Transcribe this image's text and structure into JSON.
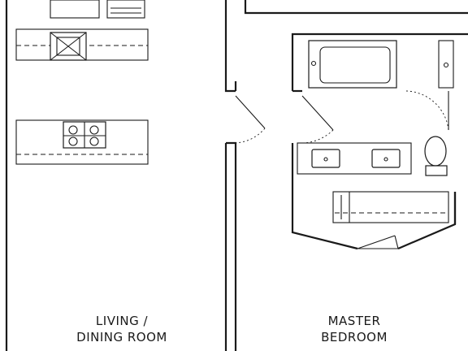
{
  "rooms": {
    "living_line1": "LIVING /",
    "living_line2": "DINING ROOM",
    "bedroom_line1": "MASTER",
    "bedroom_line2": "BEDROOM"
  }
}
